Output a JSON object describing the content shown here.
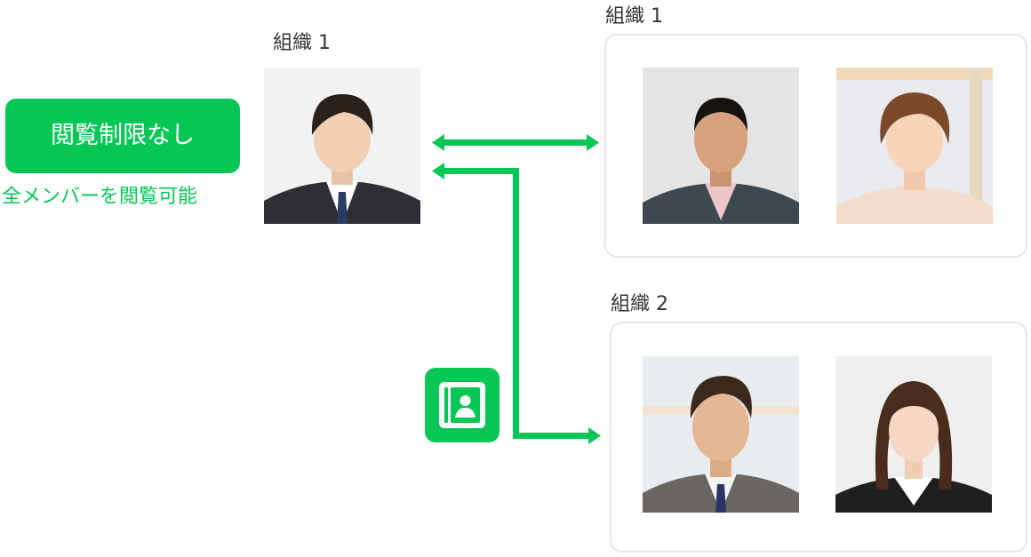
{
  "badge": {
    "label": "閲覧制限なし",
    "sublabel": "全メンバーを閲覧可能",
    "color": "#06c755"
  },
  "viewer": {
    "org_label": "組織 1",
    "photo": "man-in-suit-photo"
  },
  "groups": [
    {
      "org_label": "組織 1",
      "members": [
        "man-in-jacket-photo",
        "woman-short-hair-photo"
      ]
    },
    {
      "org_label": "組織 2",
      "members": [
        "man-in-suit-smiling-photo",
        "woman-in-suit-photo"
      ]
    }
  ],
  "icons": {
    "connector": "double-arrow",
    "address_book": "address-book-icon"
  },
  "colors": {
    "accent": "#06c755",
    "panel_border": "#e6e6e6"
  }
}
